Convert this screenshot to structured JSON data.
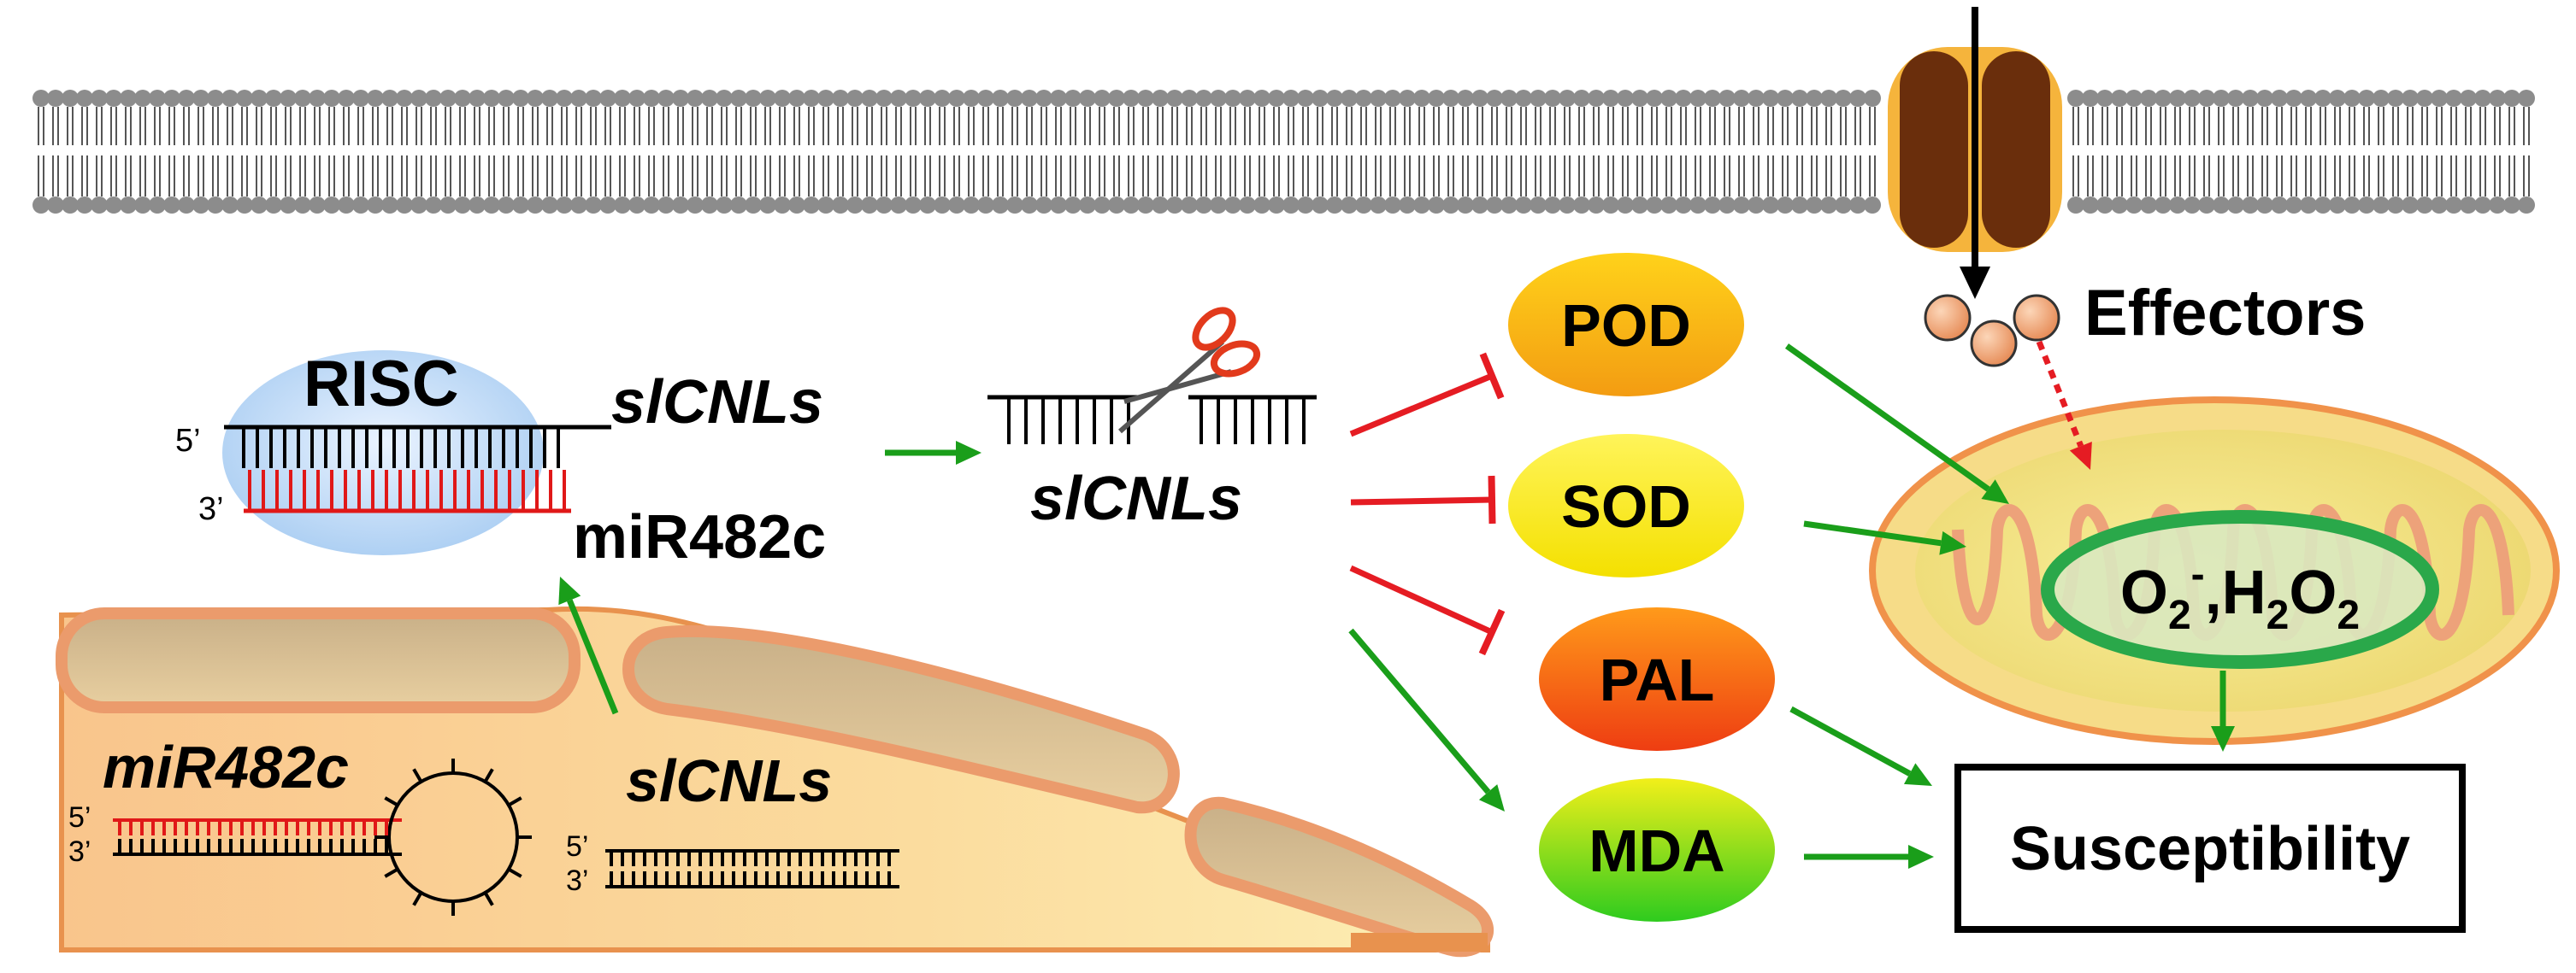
{
  "labels": {
    "risc": "RISC",
    "slcnls_complex": "slCNLs",
    "mir482c_complex": "miR482c",
    "five_prime": "5’",
    "three_prime": "3’",
    "slcnls_cleaved": "slCNLs",
    "mir482c_nucleus": "miR482c",
    "slcnls_nucleus": "slCNLs",
    "effectors": "Effectors",
    "susceptibility": "Susceptibility"
  },
  "enzymes": [
    {
      "id": "pod",
      "label": "POD"
    },
    {
      "id": "sod",
      "label": "SOD"
    },
    {
      "id": "pal",
      "label": "PAL"
    },
    {
      "id": "mda",
      "label": "MDA"
    }
  ],
  "ros": {
    "o": "O",
    "sub2": "2",
    "sup_minus": "-",
    "sep": ",",
    "h": "H",
    "o2": "O"
  },
  "colors": {
    "inhibit": "#e51c23",
    "activate": "#1a9e1a",
    "mirna": "#e01818",
    "channel": "#6a2e0c",
    "membrane": "#8c8c8c",
    "mito_outer": "#f0924a",
    "ros_ring": "#2aa84a"
  }
}
